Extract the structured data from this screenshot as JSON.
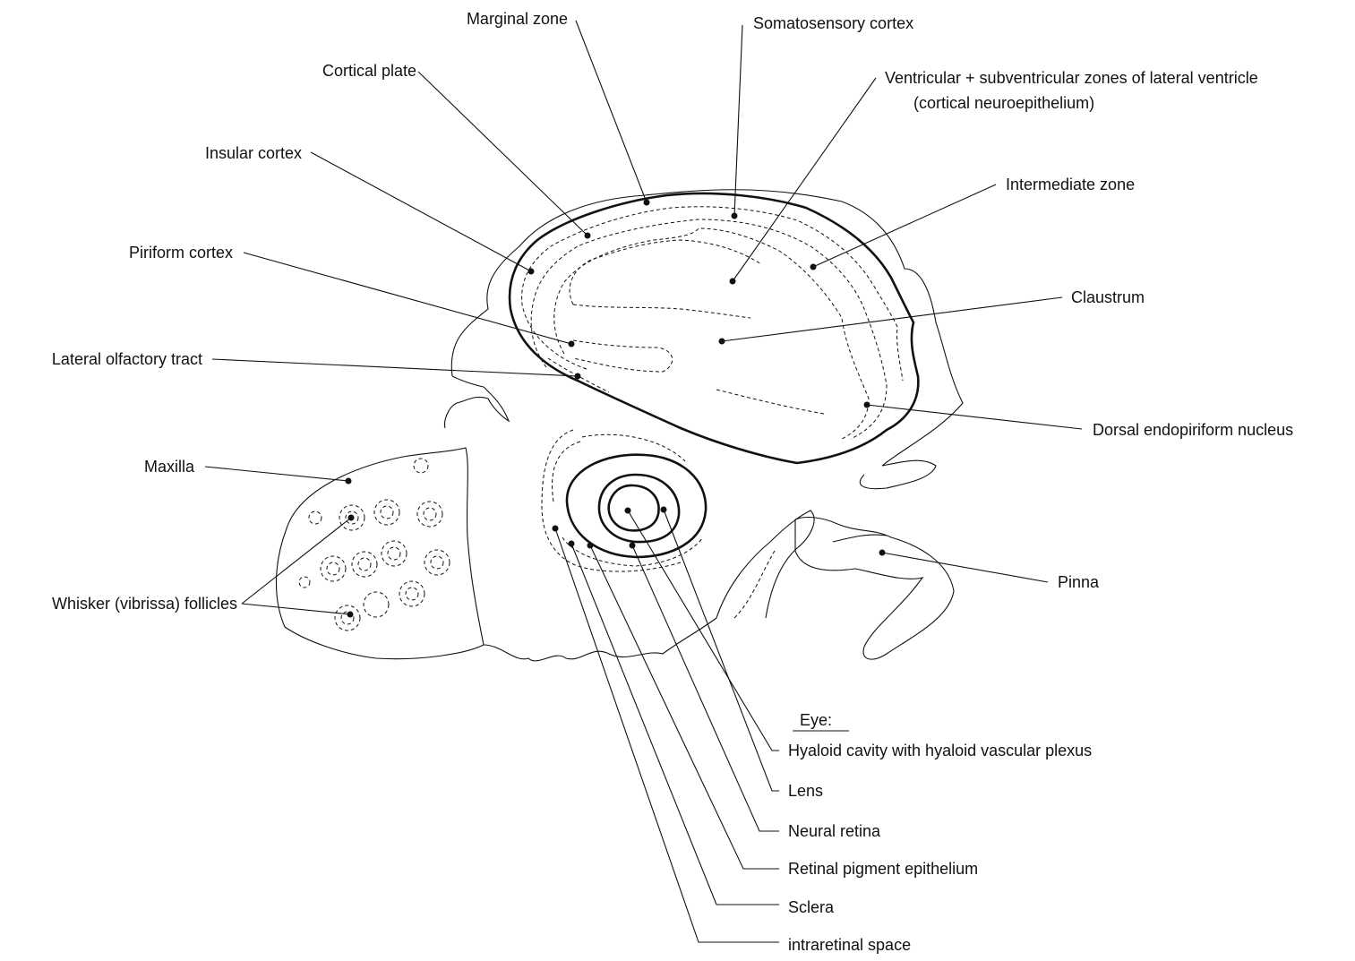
{
  "labels": {
    "marginal_zone": "Marginal zone",
    "somatosensory_cortex": "Somatosensory cortex",
    "cortical_plate": "Cortical plate",
    "ventricular_line1": "Ventricular + subventricular zones of lateral ventricle",
    "ventricular_line2": "(cortical neuroepithelium)",
    "insular_cortex": "Insular cortex",
    "intermediate_zone": "Intermediate zone",
    "piriform_cortex": "Piriform cortex",
    "claustrum": "Claustrum",
    "lateral_olfactory_tract": "Lateral olfactory tract",
    "dorsal_endopiriform_nucleus": "Dorsal endopiriform nucleus",
    "maxilla": "Maxilla",
    "pinna": "Pinna",
    "whisker_follicles": "Whisker (vibrissa) follicles"
  },
  "eye": {
    "heading": "Eye:",
    "items": {
      "hyaloid": "Hyaloid cavity with hyaloid vascular plexus",
      "lens": "Lens",
      "neural_retina": "Neural retina",
      "rpe": "Retinal pigment epithelium",
      "sclera": "Sclera",
      "intraretinal": "intraretinal space"
    }
  }
}
